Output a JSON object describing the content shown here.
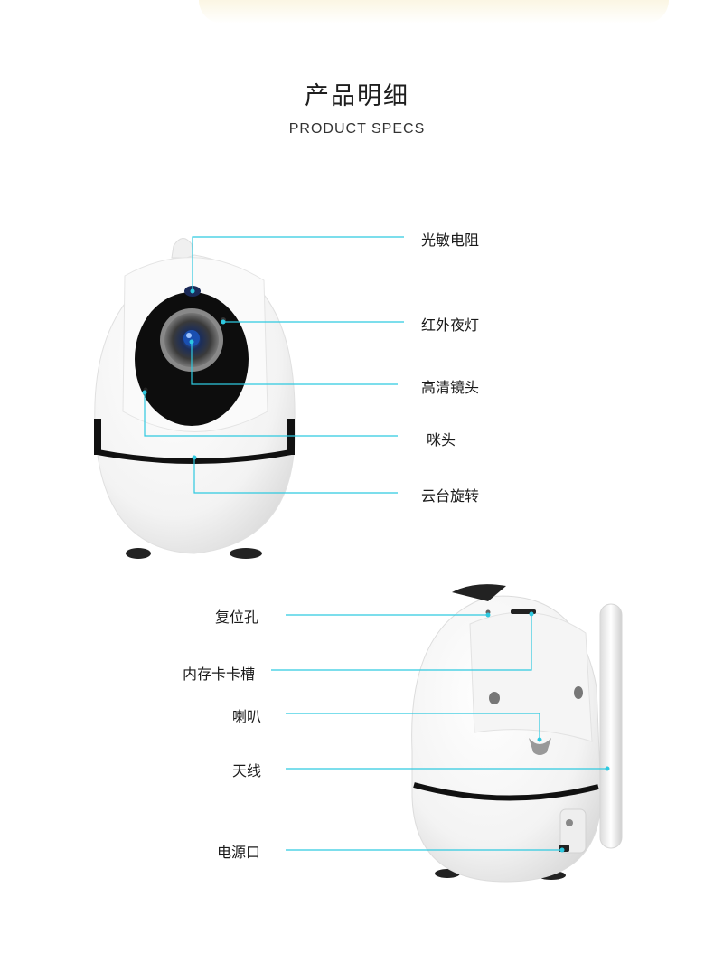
{
  "header": {
    "title_cn": "产品明细",
    "title_en": "PRODUCT SPECS"
  },
  "front_view": {
    "callouts": [
      {
        "label": "光敏电阻"
      },
      {
        "label": "红外夜灯"
      },
      {
        "label": "高清镜头"
      },
      {
        "label": "咪头"
      },
      {
        "label": "云台旋转"
      }
    ]
  },
  "back_view": {
    "callouts": [
      {
        "label": "复位孔"
      },
      {
        "label": "内存卡卡槽"
      },
      {
        "label": "喇叭"
      },
      {
        "label": "天线"
      },
      {
        "label": "电源口"
      }
    ]
  },
  "colors": {
    "leader_line": "#2ec9e0",
    "camera_body": "#ffffff",
    "camera_accent": "#111111"
  }
}
